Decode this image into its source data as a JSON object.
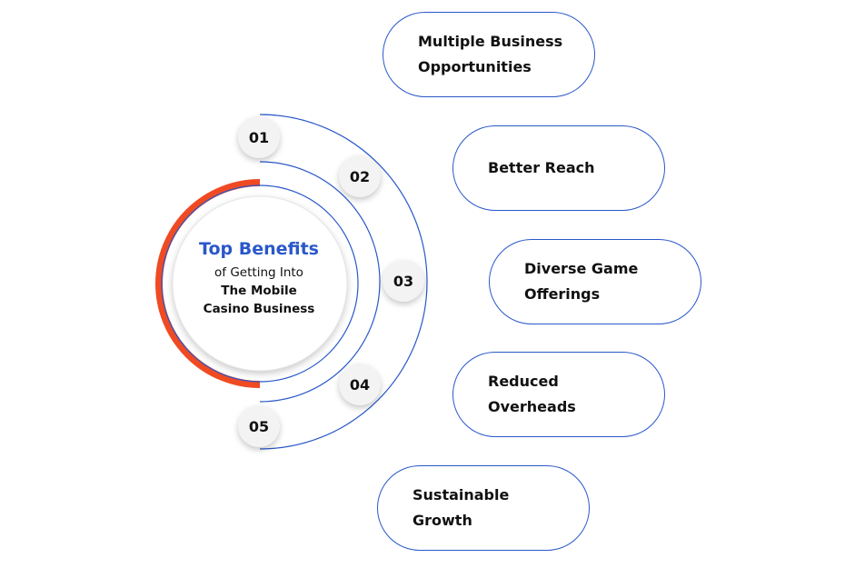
{
  "center": {
    "title": "Top Benefits",
    "line1": "of Getting Into",
    "line2": "The Mobile",
    "line3": "Casino Business"
  },
  "numbers": [
    "01",
    "02",
    "03",
    "04",
    "05"
  ],
  "benefits": [
    "Multiple Business\nOpportunities",
    "Better Reach",
    "Diverse Game\nOfferings",
    "Reduced\nOverheads",
    "Sustainable\nGrowth"
  ],
  "colors": {
    "accent_blue": "#2a58c9",
    "accent_red": "#f04a23",
    "text": "#111111",
    "badge_bg": "#f3f3f3"
  }
}
